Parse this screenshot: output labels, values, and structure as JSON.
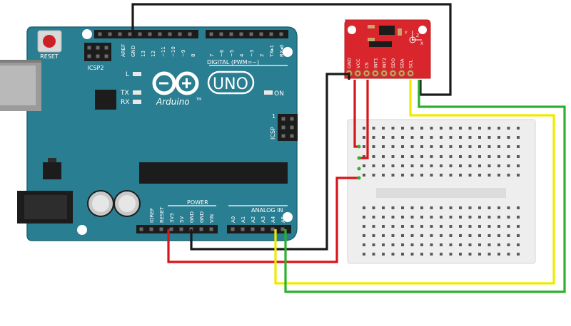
{
  "arduino": {
    "reset_label": "RESET",
    "icsp2_label": "ICSP2",
    "led_l": "L",
    "led_tx": "TX",
    "led_rx": "RX",
    "uno_label": "UNO",
    "brand_label": "Arduino",
    "tm_mark": "TM",
    "on_label": "ON",
    "icsp_label": "ICSP",
    "icsp_pin1": "1",
    "digital_label": "DIGITAL (PWM=~)",
    "power_label": "POWER",
    "analog_label": "ANALOG IN",
    "top_pins": [
      "AREF",
      "GND",
      "13",
      "12",
      "~11",
      "~10",
      "~9",
      "8",
      "7",
      "~6",
      "~5",
      "4",
      "~3",
      "2",
      "TX▸1",
      "RX◂0"
    ],
    "power_pins": [
      "IOREF",
      "RESET",
      "3V3",
      "5V",
      "GND",
      "GND",
      "VIN"
    ],
    "analog_pins": [
      "A0",
      "A1",
      "A2",
      "A3",
      "A4",
      "A5"
    ]
  },
  "sensor": {
    "pins": [
      "GND",
      "VCC",
      "CS",
      "INT1",
      "INT2",
      "SDO",
      "SDA",
      "SCL"
    ],
    "axes": [
      "X",
      "Y",
      "Z"
    ]
  },
  "colors": {
    "board": "#2a7e92",
    "board_dark": "#1f6677",
    "sensor_board": "#d8262c",
    "wire_black": "#1a1a1a",
    "wire_red": "#d8141b",
    "wire_yellow": "#f0ea00",
    "wire_green": "#2bb12b",
    "breadboard": "#eeeeee"
  }
}
